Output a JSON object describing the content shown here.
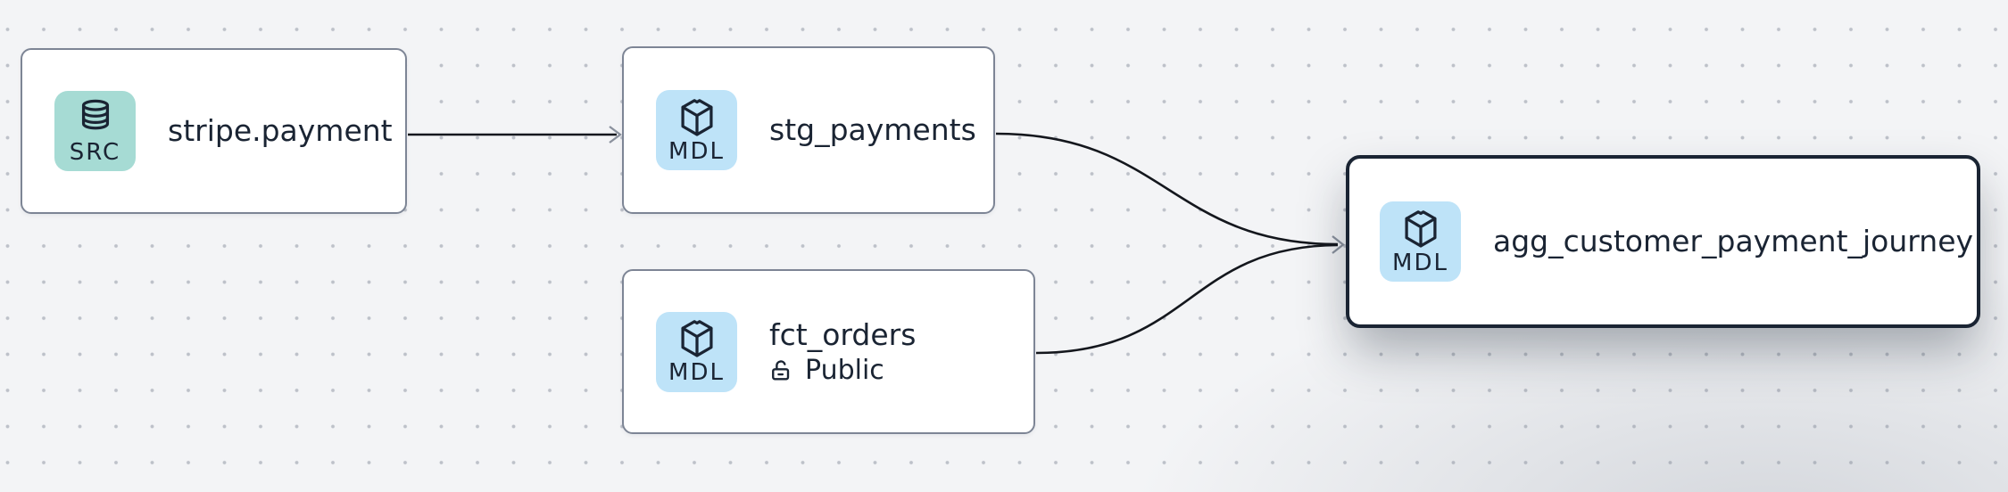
{
  "diagram": {
    "type": "data-lineage-graph",
    "background_color": "#f3f4f6",
    "dot_grid_color": "#bdc1c9",
    "edge_color": "#14171d",
    "arrowhead_color": "#8a919d",
    "node_background": "#ffffff",
    "node_border_color": "#7d8595",
    "selected_node_border_color": "#1a2433",
    "text_color": "#1a2433"
  },
  "nodes": [
    {
      "label": "stripe.payment",
      "badge": "SRC",
      "badge_color": "#a6dbd4",
      "icon": "database",
      "selected": false
    },
    {
      "label": "stg_payments",
      "badge": "MDL",
      "badge_color": "#bee3f8",
      "icon": "package",
      "selected": false
    },
    {
      "label": "fct_orders",
      "badge": "MDL",
      "badge_color": "#bee3f8",
      "icon": "package",
      "access": "Public",
      "selected": false
    },
    {
      "label": "agg_customer_payment_journey",
      "badge": "MDL",
      "badge_color": "#bee3f8",
      "icon": "package",
      "selected": true
    }
  ],
  "edges": [
    {
      "from": "stripe.payment",
      "to": "stg_payments"
    },
    {
      "from": "stg_payments",
      "to": "agg_customer_payment_journey"
    },
    {
      "from": "fct_orders",
      "to": "agg_customer_payment_journey"
    }
  ]
}
